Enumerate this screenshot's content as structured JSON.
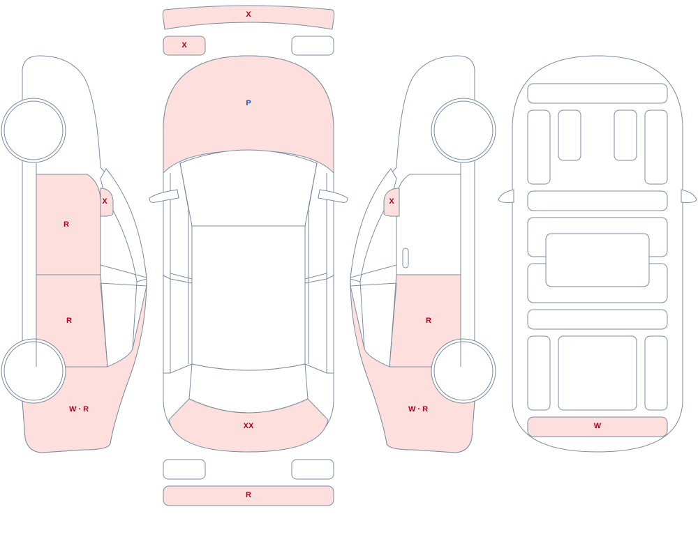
{
  "colors": {
    "outline": "#7a8aa0",
    "panel_fill": "#ffffff",
    "damaged_fill": "#fde0dd",
    "label_red": "#b3001b",
    "label_blue": "#1f4fa8"
  },
  "marks": {
    "front_bumper_top": "X",
    "front_left_fog": "X",
    "hood": "P",
    "rear_bumper": "XX",
    "rear_bumper_bottom": "R",
    "left_front_door": "R",
    "left_rear_door": "R",
    "left_rear_fender": "W · R",
    "left_mirror": "X",
    "right_mirror": "X",
    "right_rear_door": "R",
    "right_rear_fender": "W · R",
    "underbody_rear": "W"
  }
}
